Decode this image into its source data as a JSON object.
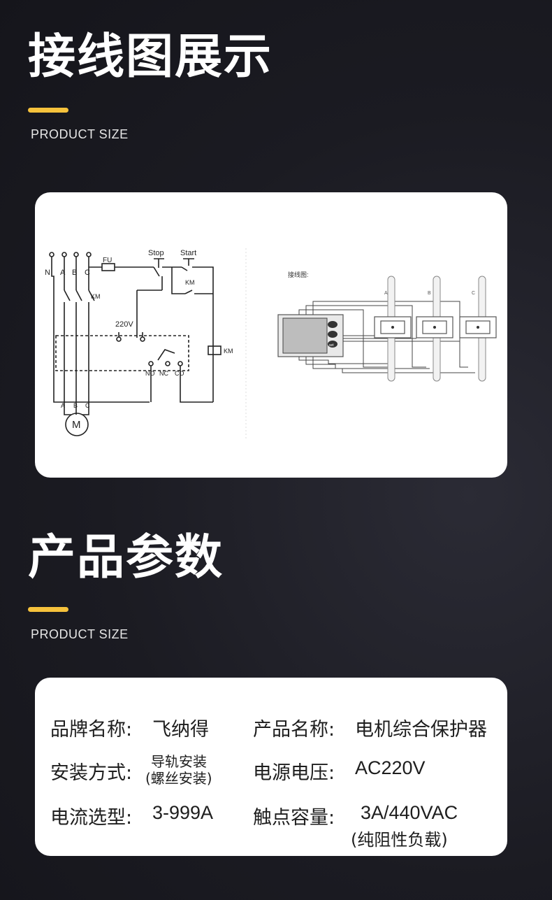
{
  "colors": {
    "accent": "#f6c23c",
    "card": "#ffffff",
    "background": "#1b1b22"
  },
  "wiring_section": {
    "title": "接线图展示",
    "subtitle": "PRODUCT SIZE"
  },
  "params_section": {
    "title": "产品参数",
    "subtitle": "PRODUCT SIZE"
  },
  "diagram": {
    "terminals": [
      "N",
      "A",
      "B",
      "C"
    ],
    "fuse": "FU",
    "stop": "Stop",
    "start": "Start",
    "contactor": "KM",
    "voltage": "220V",
    "relay_contacts": [
      "NO",
      "NC",
      "CO"
    ],
    "motor_phases": [
      "A",
      "B",
      "C"
    ],
    "motor": "M",
    "right_title": "接线图:",
    "right_phases": [
      "A",
      "B",
      "C"
    ],
    "set_button": "set"
  },
  "params": {
    "brand_label": "品牌名称:",
    "brand_value": "飞纳得",
    "product_label": "产品名称:",
    "product_value": "电机综合保护器",
    "install_label": "安装方式:",
    "install_value_1": "导轨安装",
    "install_value_2": "(螺丝安装)",
    "power_label": "电源电压:",
    "power_value": "AC220V",
    "current_label": "电流选型:",
    "current_value": "3-999A",
    "contact_label": "触点容量:",
    "contact_value_1": "3A/440VAC",
    "contact_value_2": "(纯阻性负载)"
  }
}
